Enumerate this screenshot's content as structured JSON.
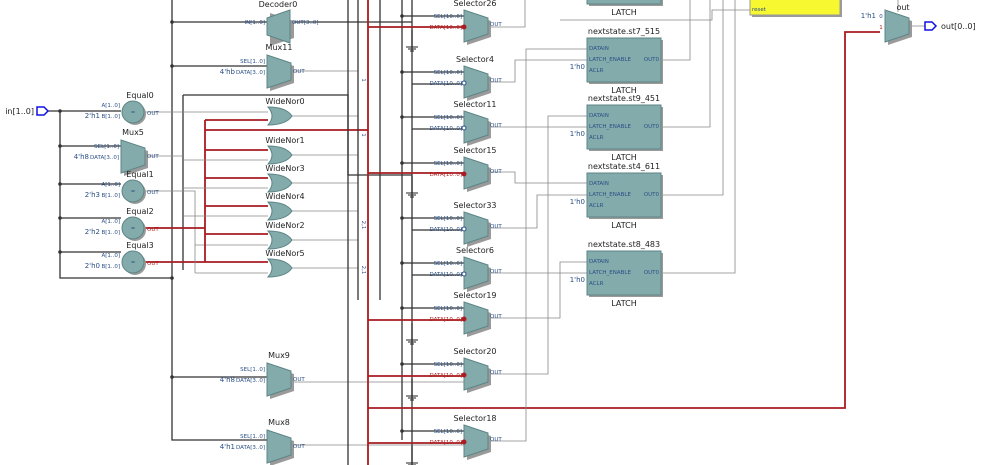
{
  "colors": {
    "component_fill": "#83abab",
    "highlight_wire": "#a81c22",
    "port_color": "#1010e0",
    "pin_label": "#2a4f86",
    "yellow_block": "#f8f830"
  },
  "ports": {
    "input": "in[1..0]",
    "output": "out[0..0]"
  },
  "equals": [
    {
      "name": "Equal0",
      "a": "A[1..0]",
      "b": "B[1..0]",
      "const": "2'h1",
      "out": "OUT"
    },
    {
      "name": "Equal1",
      "a": "A[1..0]",
      "b": "B[1..0]",
      "const": "2'h3",
      "out": "OUT"
    },
    {
      "name": "Equal2",
      "a": "A[1..0]",
      "b": "B[1..0]",
      "const": "2'h2",
      "out": "OUT"
    },
    {
      "name": "Equal3",
      "a": "A[1..0]",
      "b": "B[1..0]",
      "const": "2'h0",
      "out": "OUT"
    }
  ],
  "muxes": [
    {
      "name": "Mux5",
      "sel": "SEL[1..0]",
      "data": "DATA[3..0]",
      "const": "4'h8",
      "out": "OUT"
    },
    {
      "name": "Mux11",
      "sel": "SEL[1..0]",
      "data": "DATA[3..0]",
      "const": "4'hb",
      "out": "OUT"
    },
    {
      "name": "Mux9",
      "sel": "SEL[1..0]",
      "data": "DATA[3..0]",
      "const": "4'h8",
      "out": "OUT"
    },
    {
      "name": "Mux8",
      "sel": "SEL[1..0]",
      "data": "DATA[3..0]",
      "const": "4'h1",
      "out": "OUT"
    }
  ],
  "decoder": {
    "name": "Decoder0",
    "in": "IN[1..0]",
    "out": "OUT[3..0]"
  },
  "widenors": [
    "WideNor0",
    "WideNor1",
    "WideNor3",
    "WideNor4",
    "WideNor2",
    "WideNor5"
  ],
  "selectors": [
    {
      "name": "Selector26",
      "sel": "SEL[10..0]",
      "data": "DATA[10..0]",
      "out": "OUT",
      "highlighted": true
    },
    {
      "name": "Selector4",
      "sel": "SEL[10..0]",
      "data": "DATA[10..0]",
      "out": "OUT",
      "highlighted": false
    },
    {
      "name": "Selector11",
      "sel": "SEL[10..0]",
      "data": "DATA[10..0]",
      "out": "OUT",
      "highlighted": false
    },
    {
      "name": "Selector15",
      "sel": "SEL[10..0]",
      "data": "DATA[10..0]",
      "out": "OUT",
      "highlighted": true
    },
    {
      "name": "Selector33",
      "sel": "SEL[10..0]",
      "data": "DATA[10..0]",
      "out": "OUT",
      "highlighted": false
    },
    {
      "name": "Selector6",
      "sel": "SEL[10..0]",
      "data": "DATA[10..0]",
      "out": "OUT",
      "highlighted": false
    },
    {
      "name": "Selector19",
      "sel": "SEL[10..0]",
      "data": "DATA[10..0]",
      "out": "OUT",
      "highlighted": true
    },
    {
      "name": "Selector20",
      "sel": "SEL[10..0]",
      "data": "DATA[10..0]",
      "out": "OUT",
      "highlighted": true
    },
    {
      "name": "Selector18",
      "sel": "SEL[10..0]",
      "data": "DATA[10..0]",
      "out": "OUT",
      "highlighted": true
    }
  ],
  "latches": [
    {
      "name": "",
      "type": "LATCH"
    },
    {
      "name": "nextstate.st7_515",
      "type": "LATCH",
      "datain": "DATAIN",
      "enable": "LATCH_ENABLE",
      "aclr": "ACLR",
      "aclr_const": "1'h0",
      "out": "OUT0"
    },
    {
      "name": "nextstate.st9_451",
      "type": "LATCH",
      "datain": "DATAIN",
      "enable": "LATCH_ENABLE",
      "aclr": "ACLR",
      "aclr_const": "1'h0",
      "out": "OUT0"
    },
    {
      "name": "nextstate.st4_611",
      "type": "LATCH",
      "datain": "DATAIN",
      "enable": "LATCH_ENABLE",
      "aclr": "ACLR",
      "aclr_const": "1'h0",
      "out": "OUT0"
    },
    {
      "name": "nextstate.st8_483",
      "type": "LATCH",
      "datain": "DATAIN",
      "enable": "LATCH_ENABLE",
      "aclr": "ACLR",
      "aclr_const": "1'h0",
      "out": "OUT0"
    }
  ],
  "reset_block": {
    "pin": "reset"
  },
  "out_mux": {
    "name": "out",
    "in0_const": "1'h1",
    "in0": "0",
    "in1": "1"
  },
  "bus_taps": [
    "1",
    "1",
    "2,1",
    "2,1"
  ]
}
